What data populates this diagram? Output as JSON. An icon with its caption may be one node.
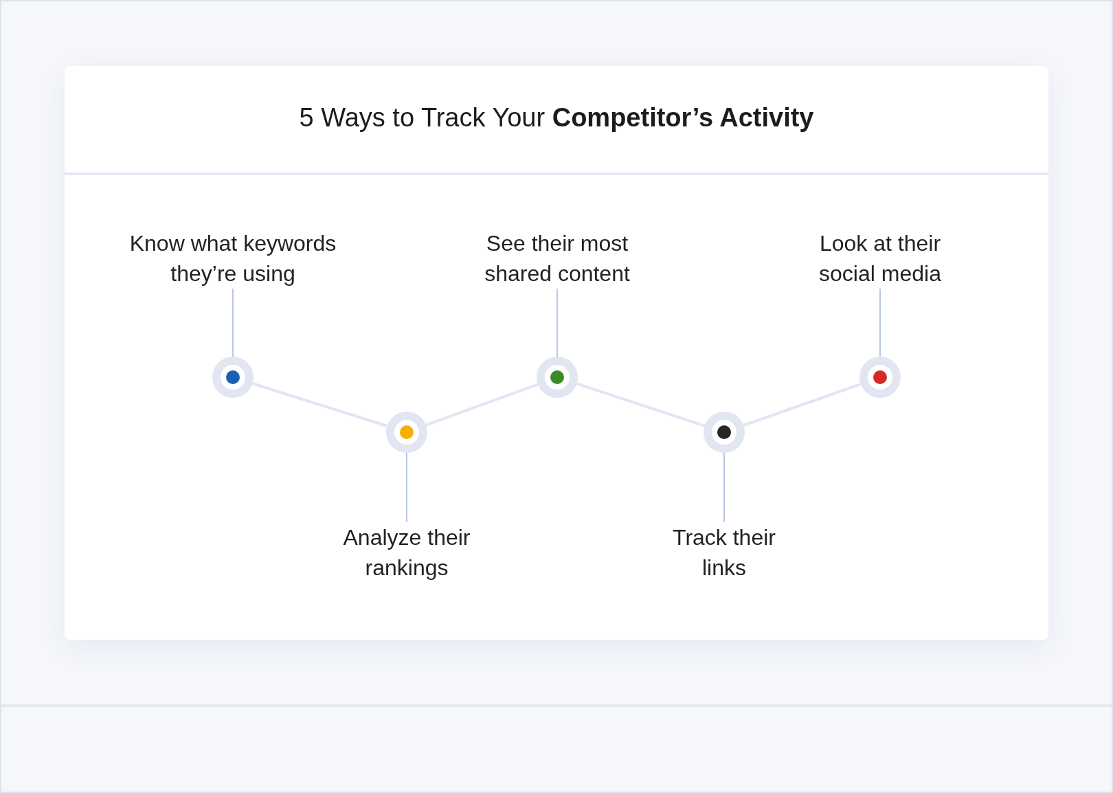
{
  "diagram": {
    "title": "5 Ways to Track Your **Competitor’s Activity**",
    "nodes": [
      {
        "text": [
          "Know what keywords they’re using"
        ]
      },
      {
        "text": [],
        "shape": "circle"
      },
      {
        "text": [
          "Analyze their rankings"
        ]
      },
      {
        "text": [],
        "shape": "circle"
      },
      {
        "text": [
          "See their most shared content"
        ]
      },
      {
        "text": [],
        "shape": "circle"
      },
      {
        "text": [
          "Track their links"
        ]
      },
      {
        "text": [],
        "shape": "circle"
      },
      {
        "text": [
          "Look at their social media"
        ]
      },
      {
        "text": [],
        "shape": "circle"
      }
    ],
    "edges": [
      {
        "from": 1,
        "to": 3,
        "arrow": "none",
        "color": "#e1e6f1"
      },
      {
        "from": 3,
        "to": 5,
        "arrow": "none",
        "color": "#e1e6f1"
      },
      {
        "from": 5,
        "to": 7,
        "arrow": "none",
        "color": "#e1e6f1"
      },
      {
        "from": 7,
        "to": 9,
        "arrow": "none",
        "color": "#e1e6f1"
      },
      {
        "from": 0,
        "to": 1,
        "arrow": "none"
      },
      {
        "from": 2,
        "to": 3,
        "arrow": "none"
      },
      {
        "from": 4,
        "to": 5,
        "arrow": "none"
      },
      {
        "from": 6,
        "to": 7,
        "arrow": "none"
      },
      {
        "from": 8,
        "to": 9,
        "arrow": "none"
      }
    ]
  }
}
